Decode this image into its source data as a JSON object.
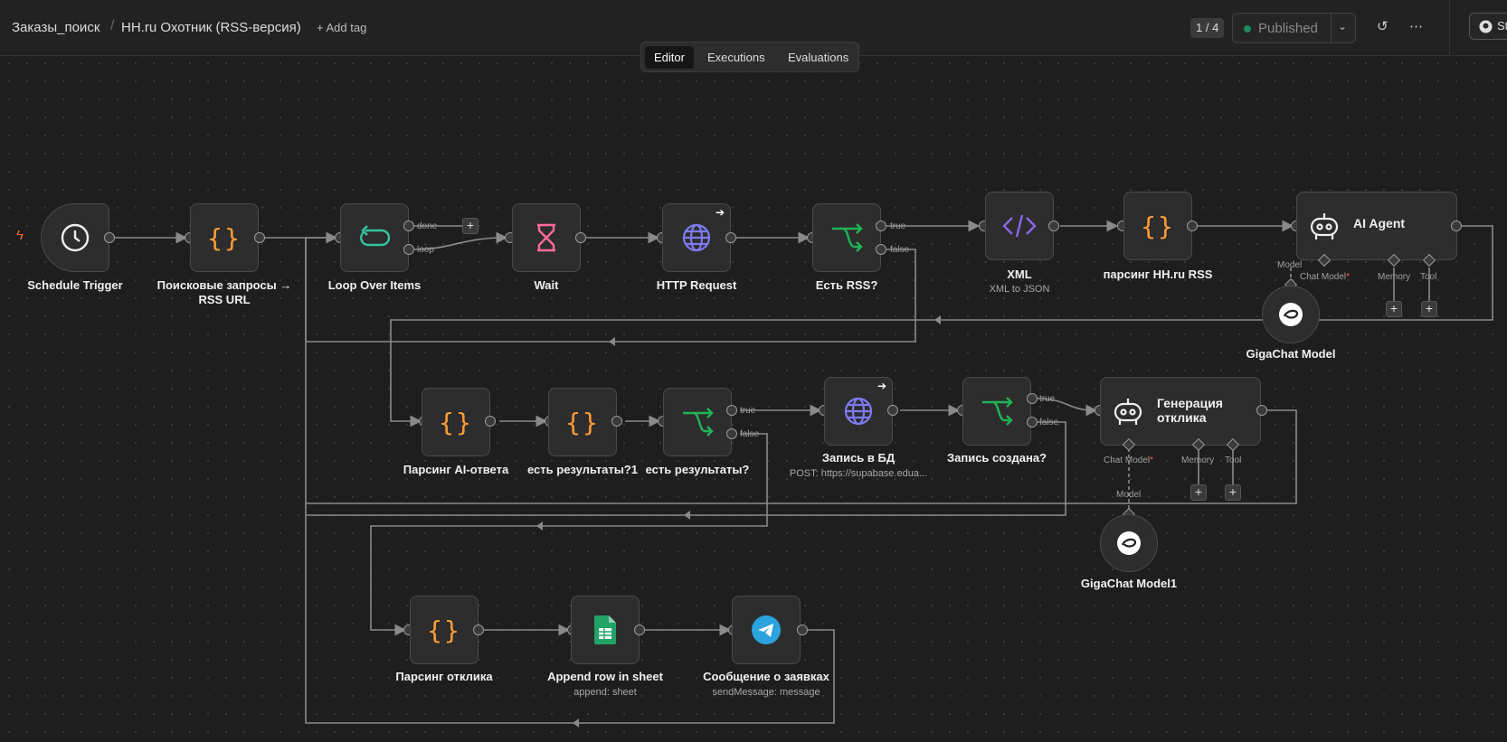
{
  "header": {
    "breadcrumb_folder": "Заказы_поиск",
    "workflow_name": "HH.ru Охотник (RSS-версия)",
    "add_tag": "+ Add tag",
    "version_badge": "1 / 4",
    "publish_label": "Published",
    "star_label": "Sta"
  },
  "tabs": [
    {
      "label": "Editor",
      "active": true
    },
    {
      "label": "Executions",
      "active": false
    },
    {
      "label": "Evaluations",
      "active": false
    }
  ],
  "colors": {
    "accent_published": "#1a8a5e",
    "trigger_bolt": "#ff6d2d",
    "code": "#ff9c38",
    "if": "#1fb455",
    "http": "#7e7bf2",
    "wait": "#ff6b9b",
    "loop": "#33c5a0",
    "xml": "#8b66e8"
  },
  "nodes": {
    "schedule_trigger": {
      "label": "Schedule Trigger",
      "icon": "clock-icon"
    },
    "search_queries": {
      "label": "Поисковые запросы →",
      "label2": "RSS URL",
      "icon": "code-braces-icon"
    },
    "loop": {
      "label": "Loop Over Items",
      "icon": "loop-icon",
      "out_done": "done",
      "out_loop": "loop"
    },
    "wait": {
      "label": "Wait",
      "icon": "hourglass-icon"
    },
    "http": {
      "label": "HTTP Request",
      "icon": "globe-icon"
    },
    "if_rss": {
      "label": "Есть RSS?",
      "out_true": "true",
      "out_false": "false"
    },
    "xml": {
      "label": "XML",
      "subtitle": "XML to JSON",
      "icon": "xml-icon"
    },
    "parse_rss": {
      "label": "парсинг HH.ru RSS"
    },
    "ai_agent": {
      "label": "AI Agent",
      "chat_model": "Chat Model",
      "memory": "Memory",
      "tool": "Tool",
      "model_label": "Model"
    },
    "gigachat": {
      "label": "GigaChat Model"
    },
    "parse_ai": {
      "label": "Парсинг AI-ответа"
    },
    "has_results1": {
      "label": "есть результаты?1"
    },
    "has_results": {
      "label": "есть результаты?",
      "out_true": "true",
      "out_false": "false"
    },
    "db_write": {
      "label": "Запись в БД",
      "subtitle": "POST: https://supabase.edua..."
    },
    "created": {
      "label": "Запись создана?",
      "out_true": "true",
      "out_false": "false"
    },
    "gen_reply": {
      "label": "Генерация",
      "label2": "отклика",
      "chat_model": "Chat Model",
      "memory": "Memory",
      "tool": "Tool",
      "model_label": "Model"
    },
    "gigachat1": {
      "label": "GigaChat Model1"
    },
    "parse_reply": {
      "label": "Парсинг отклика"
    },
    "append_row": {
      "label": "Append row in sheet",
      "subtitle": "append: sheet"
    },
    "telegram": {
      "label": "Сообщение о заявках",
      "subtitle": "sendMessage: message"
    }
  }
}
